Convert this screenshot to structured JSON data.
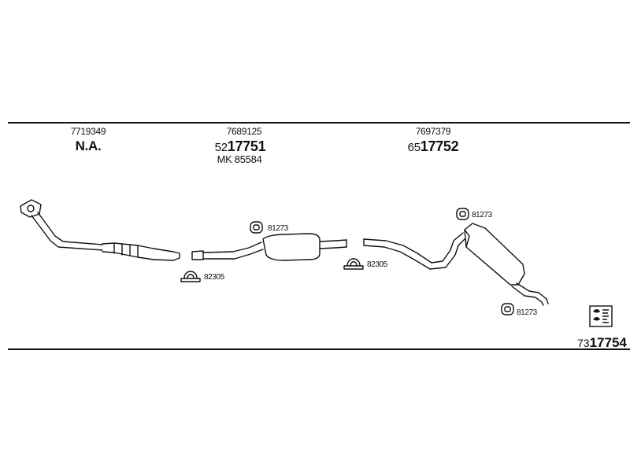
{
  "sections": [
    {
      "part_number": "7719349",
      "code_line": "N.A.",
      "code_prefix": "",
      "code_suffix": "",
      "extra_line": ""
    },
    {
      "part_number": "7689125",
      "code_line": "",
      "code_prefix": "52",
      "code_suffix": "17751",
      "extra_line": "MK 85584"
    },
    {
      "part_number": "7697379",
      "code_line": "",
      "code_prefix": "65",
      "code_suffix": "17752",
      "extra_line": ""
    }
  ],
  "fittings": [
    {
      "code": "82305",
      "icon": "clamp-icon"
    },
    {
      "code": "81273",
      "icon": "rubber-hanger-icon"
    },
    {
      "code": "82305",
      "icon": "clamp-icon"
    },
    {
      "code": "81273",
      "icon": "rubber-hanger-icon"
    },
    {
      "code": "81273",
      "icon": "rubber-hanger-icon"
    }
  ],
  "set_number": {
    "prefix": "73",
    "suffix": "17754"
  },
  "icons": {
    "document": "instruction-sheet-icon"
  },
  "colors": {
    "line": "#111111",
    "background": "#ffffff"
  }
}
